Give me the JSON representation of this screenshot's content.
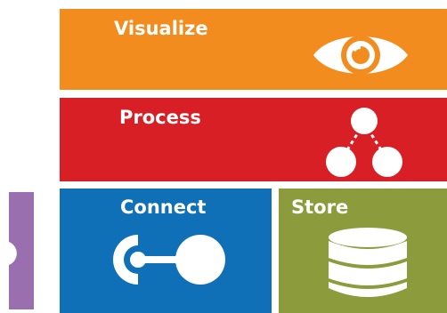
{
  "tiles": {
    "visualize": {
      "label": "Visualize",
      "color": "#f28c1f",
      "icon": "eye-icon"
    },
    "process": {
      "label": "Process",
      "color": "#d91f26",
      "icon": "network-nodes-icon"
    },
    "connect": {
      "label": "Connect",
      "color": "#0f70b8",
      "icon": "connector-icon"
    },
    "store": {
      "label": "Store",
      "color": "#8c9c3c",
      "icon": "database-icon"
    }
  },
  "side_bar": {
    "color": "#9a6fb0"
  }
}
